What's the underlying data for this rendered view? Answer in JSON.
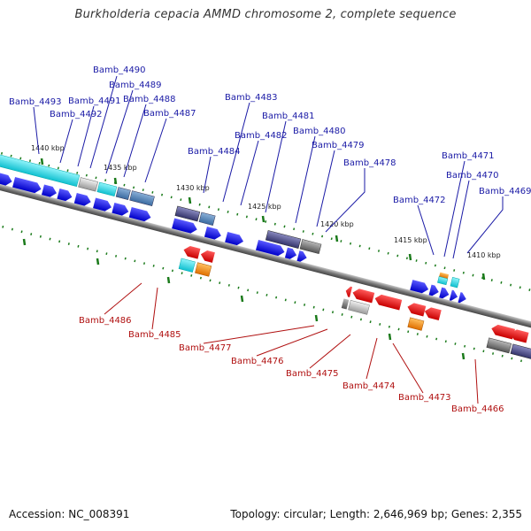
{
  "title": "Burkholderia cepacia AMMD chromosome 2, complete sequence",
  "footer": {
    "accession": "Accession: NC_008391",
    "stats": "Topology: circular; Length: 2,646,969 bp; Genes: 2,355"
  },
  "scale_marks": [
    "1440 kbp",
    "1435 kbp",
    "1430 kbp",
    "1425 kbp",
    "1420 kbp",
    "1415 kbp",
    "1410 kbp"
  ],
  "forward_labels": [
    "Bamb_4493",
    "Bamb_4492",
    "Bamb_4491",
    "Bamb_4490",
    "Bamb_4489",
    "Bamb_4488",
    "Bamb_4487",
    "Bamb_4484",
    "Bamb_4483",
    "Bamb_4482",
    "Bamb_4481",
    "Bamb_4480",
    "Bamb_4479",
    "Bamb_4478",
    "Bamb_4472",
    "Bamb_4471",
    "Bamb_4470",
    "Bamb_4469"
  ],
  "reverse_labels": [
    "Bamb_4486",
    "Bamb_4485",
    "Bamb_4477",
    "Bamb_4476",
    "Bamb_4475",
    "Bamb_4474",
    "Bamb_4473",
    "Bamb_4466"
  ],
  "colors": {
    "forward_cds": "#1a1aee",
    "reverse_cds": "#e01818",
    "cyan_feature": "#20d8e8",
    "steelblue_feature": "#4a7fb8",
    "slate_feature": "#4a4a8a",
    "gray_feature": "#707070",
    "orange_feature": "#f08a10",
    "backbone": "#8a8a8a",
    "tick": "#1a7a1a"
  }
}
